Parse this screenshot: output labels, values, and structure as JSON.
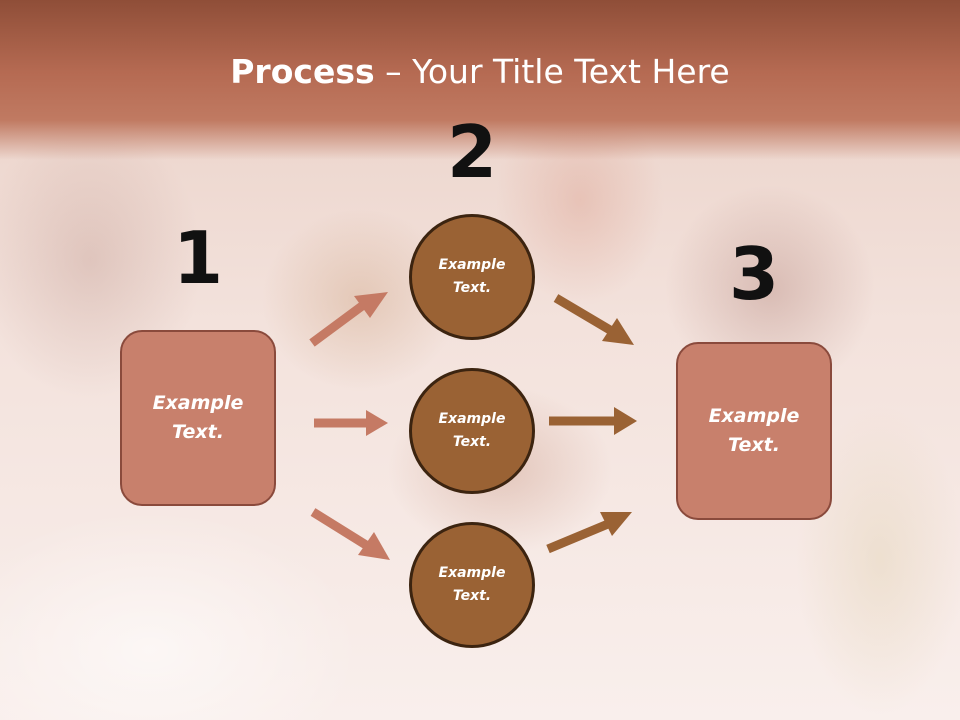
{
  "title": {
    "bold": "Process",
    "rest": " – Your Title Text Here"
  },
  "steps": {
    "one": "1",
    "two": "2",
    "three": "3"
  },
  "boxes": {
    "left": "Example\nText.",
    "right": "Example\nText."
  },
  "circles": {
    "top": "Example\nText.",
    "middle": "Example\nText.",
    "bottom": "Example\nText."
  },
  "colors": {
    "header": "#b56a52",
    "box_fill": "#c8806c",
    "circle_fill": "#9a6234",
    "arrow_left": "#c57a64",
    "arrow_right": "#9a6234"
  }
}
